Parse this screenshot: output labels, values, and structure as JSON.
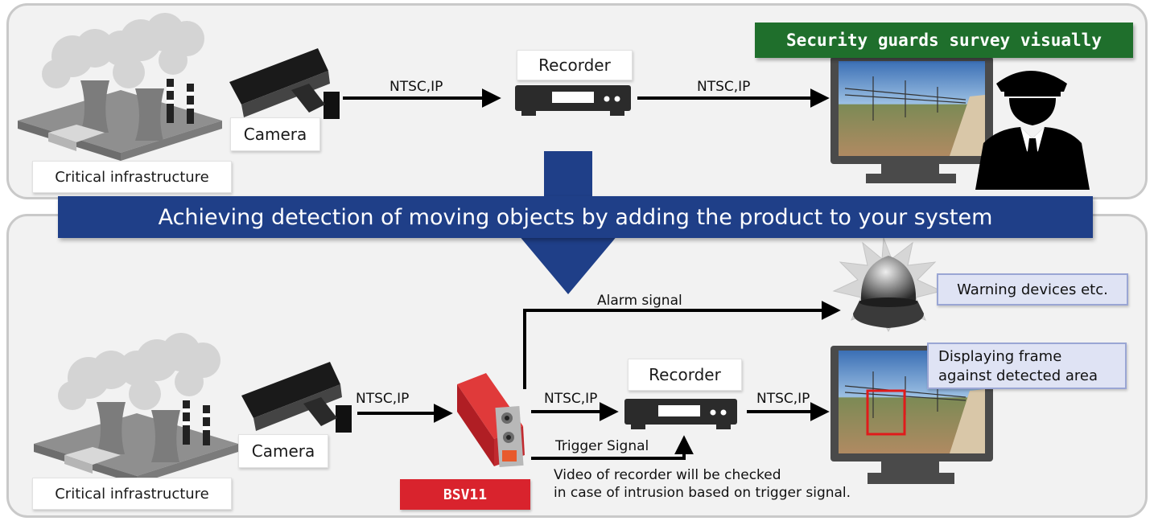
{
  "top": {
    "infrastructure_label": "Critical infrastructure",
    "camera_label": "Camera",
    "recorder_label": "Recorder",
    "edge1_label": "NTSC,IP",
    "edge2_label": "NTSC,IP",
    "guards_banner": "Security guards survey visually"
  },
  "headline": "Achieving detection of moving objects by adding the product to your system",
  "bottom": {
    "infrastructure_label": "Critical infrastructure",
    "camera_label": "Camera",
    "recorder_label": "Recorder",
    "edge_camera_to_bsv": "NTSC,IP",
    "edge_bsv_to_recorder": "NTSC,IP",
    "edge_recorder_to_monitor": "NTSC,IP",
    "alarm_label": "Alarm signal",
    "trigger_label": "Trigger Signal",
    "note_line1": "Video of recorder will be  checked",
    "note_line2": "in case of intrusion based on trigger signal.",
    "product_label": "BSV11",
    "warning_callout": "Warning devices etc.",
    "frame_callout_line1": "Displaying frame",
    "frame_callout_line2": "against detected area"
  },
  "colors": {
    "panel_bg": "#f2f2f2",
    "panel_border": "#c9c9c9",
    "guards_banner": "#1f6f2c",
    "headline_banner": "#1f3f88",
    "down_arrow": "#1f3f88",
    "product_red": "#d9232d",
    "callout_bg": "#dfe3f4",
    "detection_frame": "#e01b1b"
  },
  "icons": [
    "factory-icon",
    "camera-icon",
    "recorder-icon",
    "monitor-icon",
    "guard-icon",
    "warning-light-icon",
    "bsv11-device-icon",
    "down-arrow-icon"
  ]
}
